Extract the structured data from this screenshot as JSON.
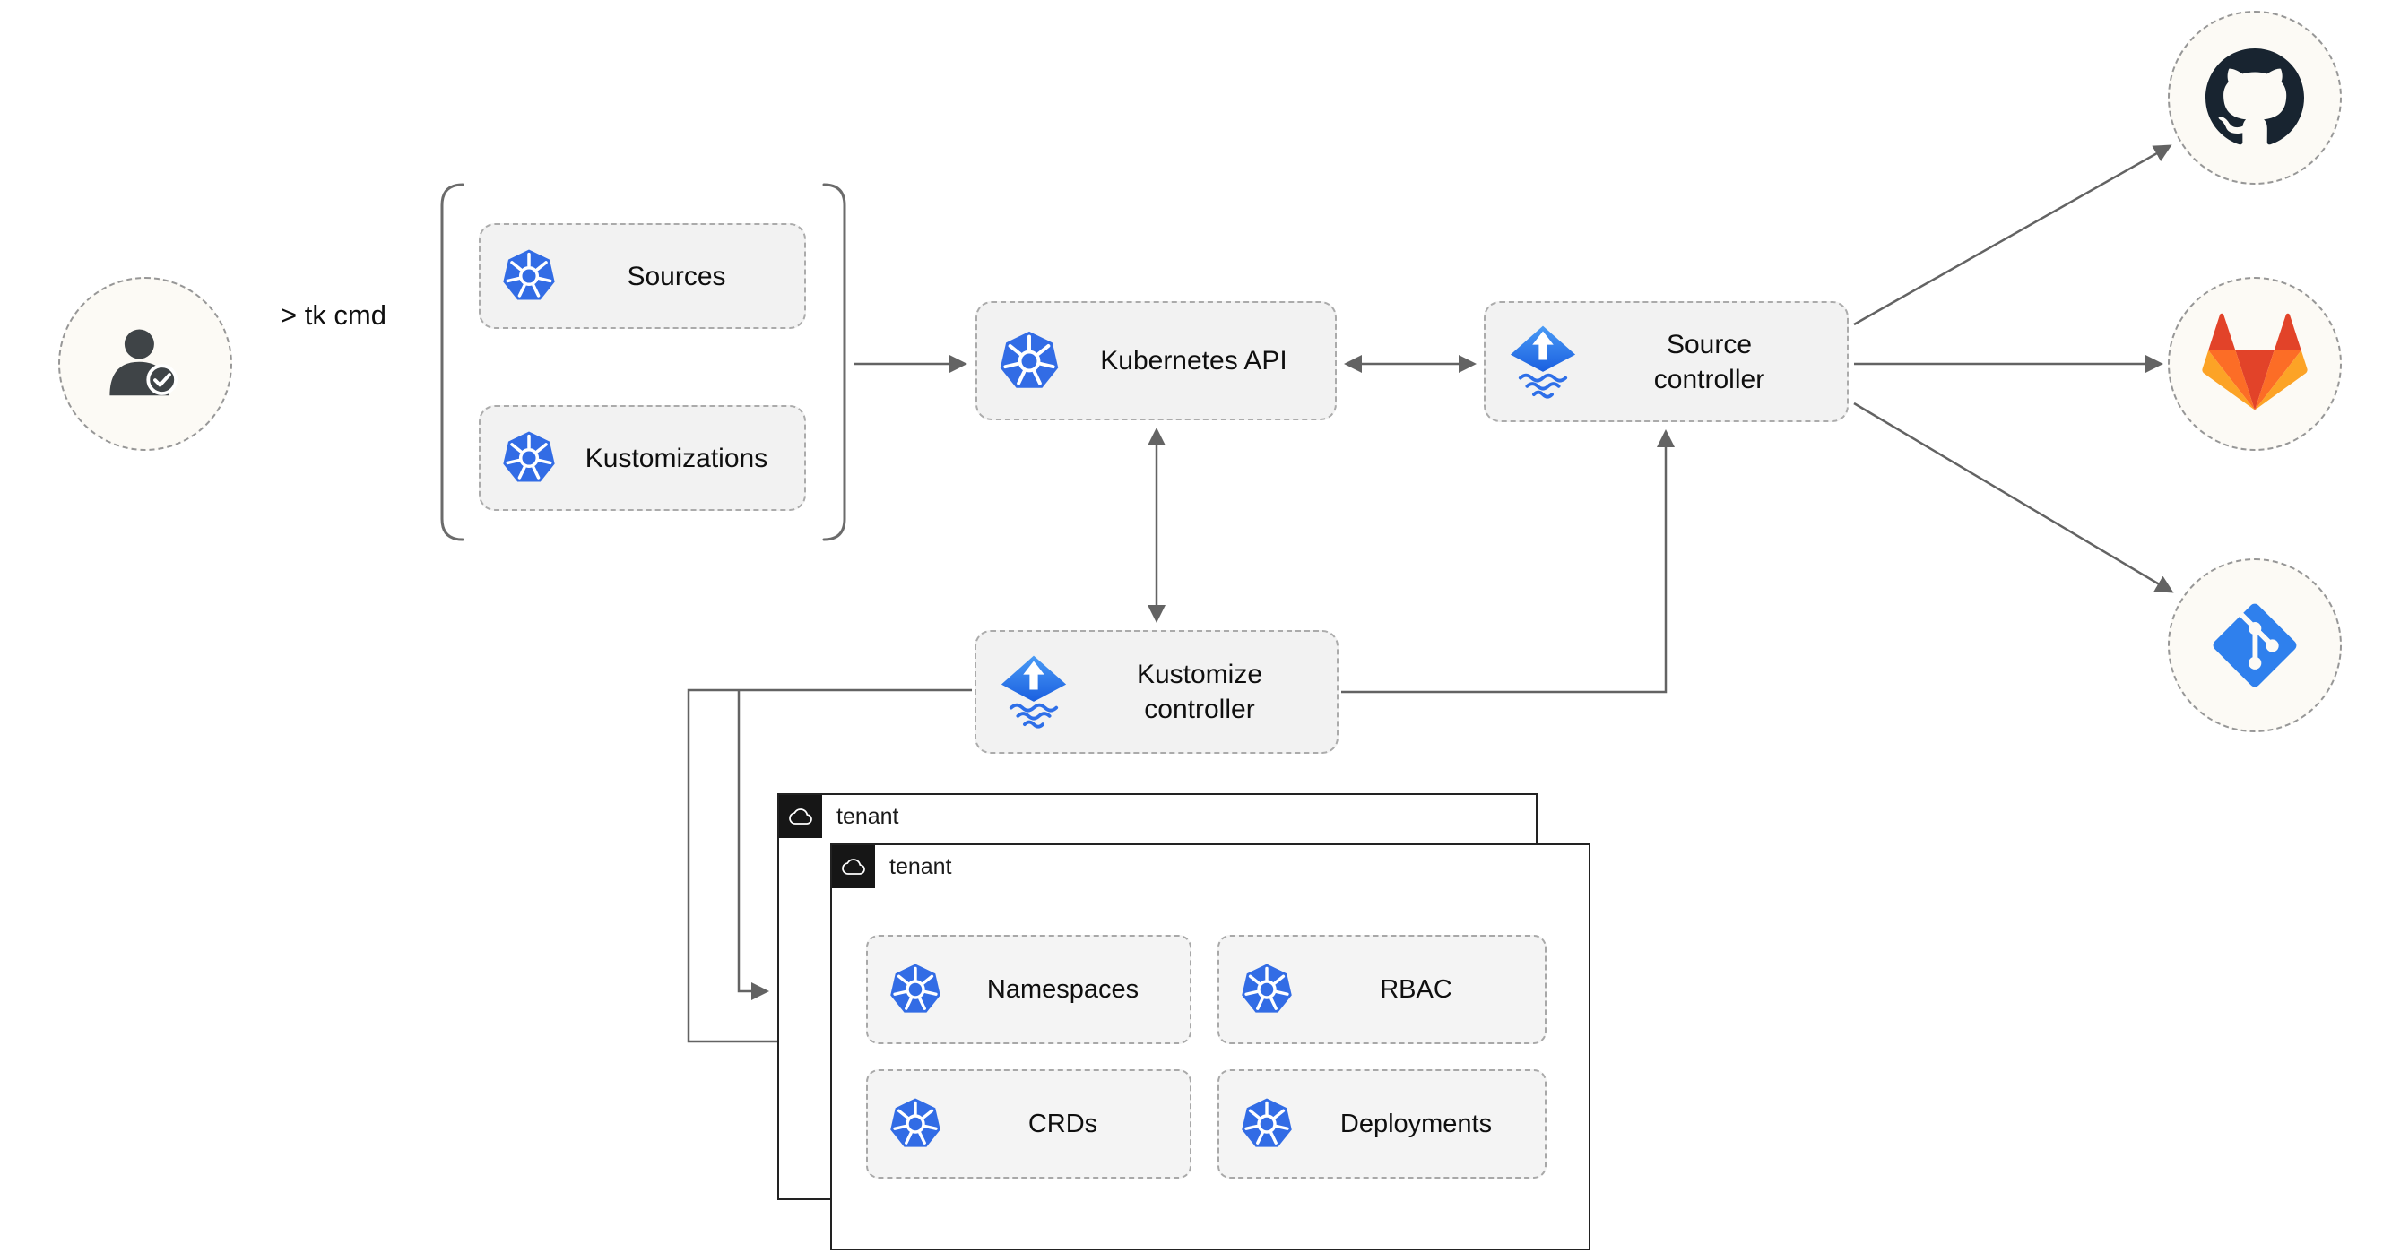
{
  "labels": {
    "cli_command": "> tk cmd"
  },
  "nodes": {
    "user": {
      "icon": "user-check-icon"
    },
    "sources": {
      "label": "Sources",
      "icon": "kubernetes-icon"
    },
    "kustomizations": {
      "label": "Kustomizations",
      "icon": "kubernetes-icon"
    },
    "kubernetes_api": {
      "label": "Kubernetes API",
      "icon": "kubernetes-icon"
    },
    "source_controller": {
      "label": "Source controller",
      "icon": "flux-icon"
    },
    "kustomize_controller": {
      "label": "Kustomize controller",
      "icon": "flux-icon"
    },
    "github": {
      "icon": "github-icon"
    },
    "gitlab": {
      "icon": "gitlab-icon"
    },
    "git": {
      "icon": "git-icon"
    }
  },
  "tenants": {
    "back": {
      "label": "tenant",
      "icon": "cloud-icon"
    },
    "front": {
      "label": "tenant",
      "icon": "cloud-icon",
      "items": [
        {
          "label": "Namespaces",
          "icon": "kubernetes-icon"
        },
        {
          "label": "RBAC",
          "icon": "kubernetes-icon"
        },
        {
          "label": "CRDs",
          "icon": "kubernetes-icon"
        },
        {
          "label": "Deployments",
          "icon": "kubernetes-icon"
        }
      ]
    }
  },
  "colors": {
    "kubernetes_blue": "#326ce5",
    "flux_blue": "#2e6fe8",
    "github_dark": "#182430",
    "gitlab_red": "#e24329",
    "gitlab_orange": "#fc6d26",
    "gitlab_yellow": "#fca326",
    "git_blue": "#2f80ed",
    "node_fill": "#f2f2f2",
    "node_border": "#ababab",
    "circle_fill": "#fcfaf5",
    "arrow": "#636363",
    "tenant_border": "#222222",
    "tenant_tab": "#161616"
  }
}
